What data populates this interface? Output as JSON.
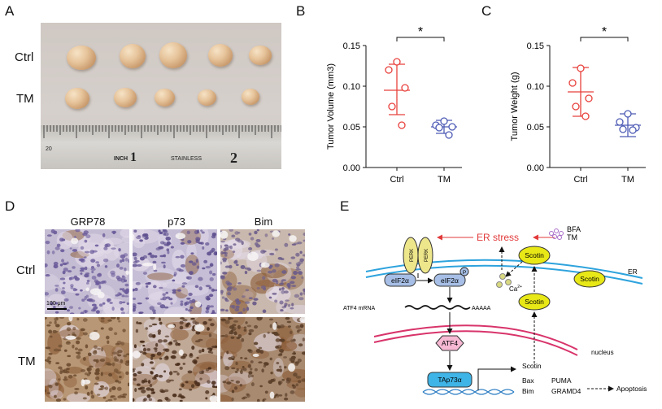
{
  "panels": {
    "A": "A",
    "B": "B",
    "C": "C",
    "D": "D",
    "E": "E"
  },
  "panelA": {
    "row_labels": [
      "Ctrl",
      "TM"
    ],
    "ruler": {
      "number_20": "20",
      "inch": "INCH",
      "inch_num": "1",
      "stainless": "STAINLESS",
      "two": "2"
    }
  },
  "chart_data": [
    {
      "type": "scatter",
      "panel": "B",
      "ylabel": "Tumor Volume (mm3)",
      "categories": [
        "Ctrl",
        "TM"
      ],
      "ylim": [
        0.0,
        0.15
      ],
      "yticks": [
        "0.00",
        "0.05",
        "0.10",
        "0.15"
      ],
      "significance": "*",
      "series": [
        {
          "category": "Ctrl",
          "color": "#e8413c",
          "points": [
            0.13,
            0.12,
            0.098,
            0.075,
            0.052
          ],
          "mean": 0.095,
          "sd_low": 0.065,
          "sd_high": 0.127
        },
        {
          "category": "TM",
          "color": "#4d5bb5",
          "points": [
            0.057,
            0.052,
            0.05,
            0.049,
            0.04
          ],
          "mean": 0.05,
          "sd_low": 0.042,
          "sd_high": 0.058
        }
      ]
    },
    {
      "type": "scatter",
      "panel": "C",
      "ylabel": "Tumor Weight (g)",
      "categories": [
        "Ctrl",
        "TM"
      ],
      "ylim": [
        0.0,
        0.15
      ],
      "yticks": [
        "0.00",
        "0.05",
        "0.10",
        "0.15"
      ],
      "significance": "*",
      "series": [
        {
          "category": "Ctrl",
          "color": "#e8413c",
          "points": [
            0.122,
            0.104,
            0.085,
            0.075,
            0.063
          ],
          "mean": 0.093,
          "sd_low": 0.063,
          "sd_high": 0.123
        },
        {
          "category": "TM",
          "color": "#4d5bb5",
          "points": [
            0.066,
            0.056,
            0.049,
            0.047,
            0.046
          ],
          "mean": 0.052,
          "sd_low": 0.038,
          "sd_high": 0.066
        }
      ]
    }
  ],
  "panelD": {
    "columns": [
      "GRP78",
      "p73",
      "Bim"
    ],
    "rows": [
      "Ctrl",
      "TM"
    ],
    "scale_bar": "100 μm"
  },
  "panelE": {
    "er_stress": "ER stress",
    "bfa": "BFA",
    "tm": "TM",
    "perk": "PERK",
    "scotin": "Scotin",
    "er": "ER",
    "eif2a": "eIF2α",
    "p": "P",
    "ca": "Ca",
    "ca_sup": "2+",
    "atf4_mrna": "ATF4 mRNA",
    "polya": "AAAAA",
    "atf4": "ATF4",
    "nucleus": "nucleus",
    "tap73a": "TAp73α",
    "targets_col1": [
      "Scotin",
      "Bax",
      "Bim"
    ],
    "targets_col2": [
      "PUMA",
      "GRAMD4"
    ],
    "apoptosis": "Apoptosis",
    "colors": {
      "red": "#e23a3a",
      "blue_membrane": "#2ea3dd",
      "nucleus_membrane": "#d8346a",
      "scotin_fill": "#e8e817",
      "perk_fill": "#eee68a",
      "eif_fill": "#a7bfe6",
      "atf4_fill": "#f6b8d3",
      "tap_fill": "#3fb4e6"
    }
  }
}
